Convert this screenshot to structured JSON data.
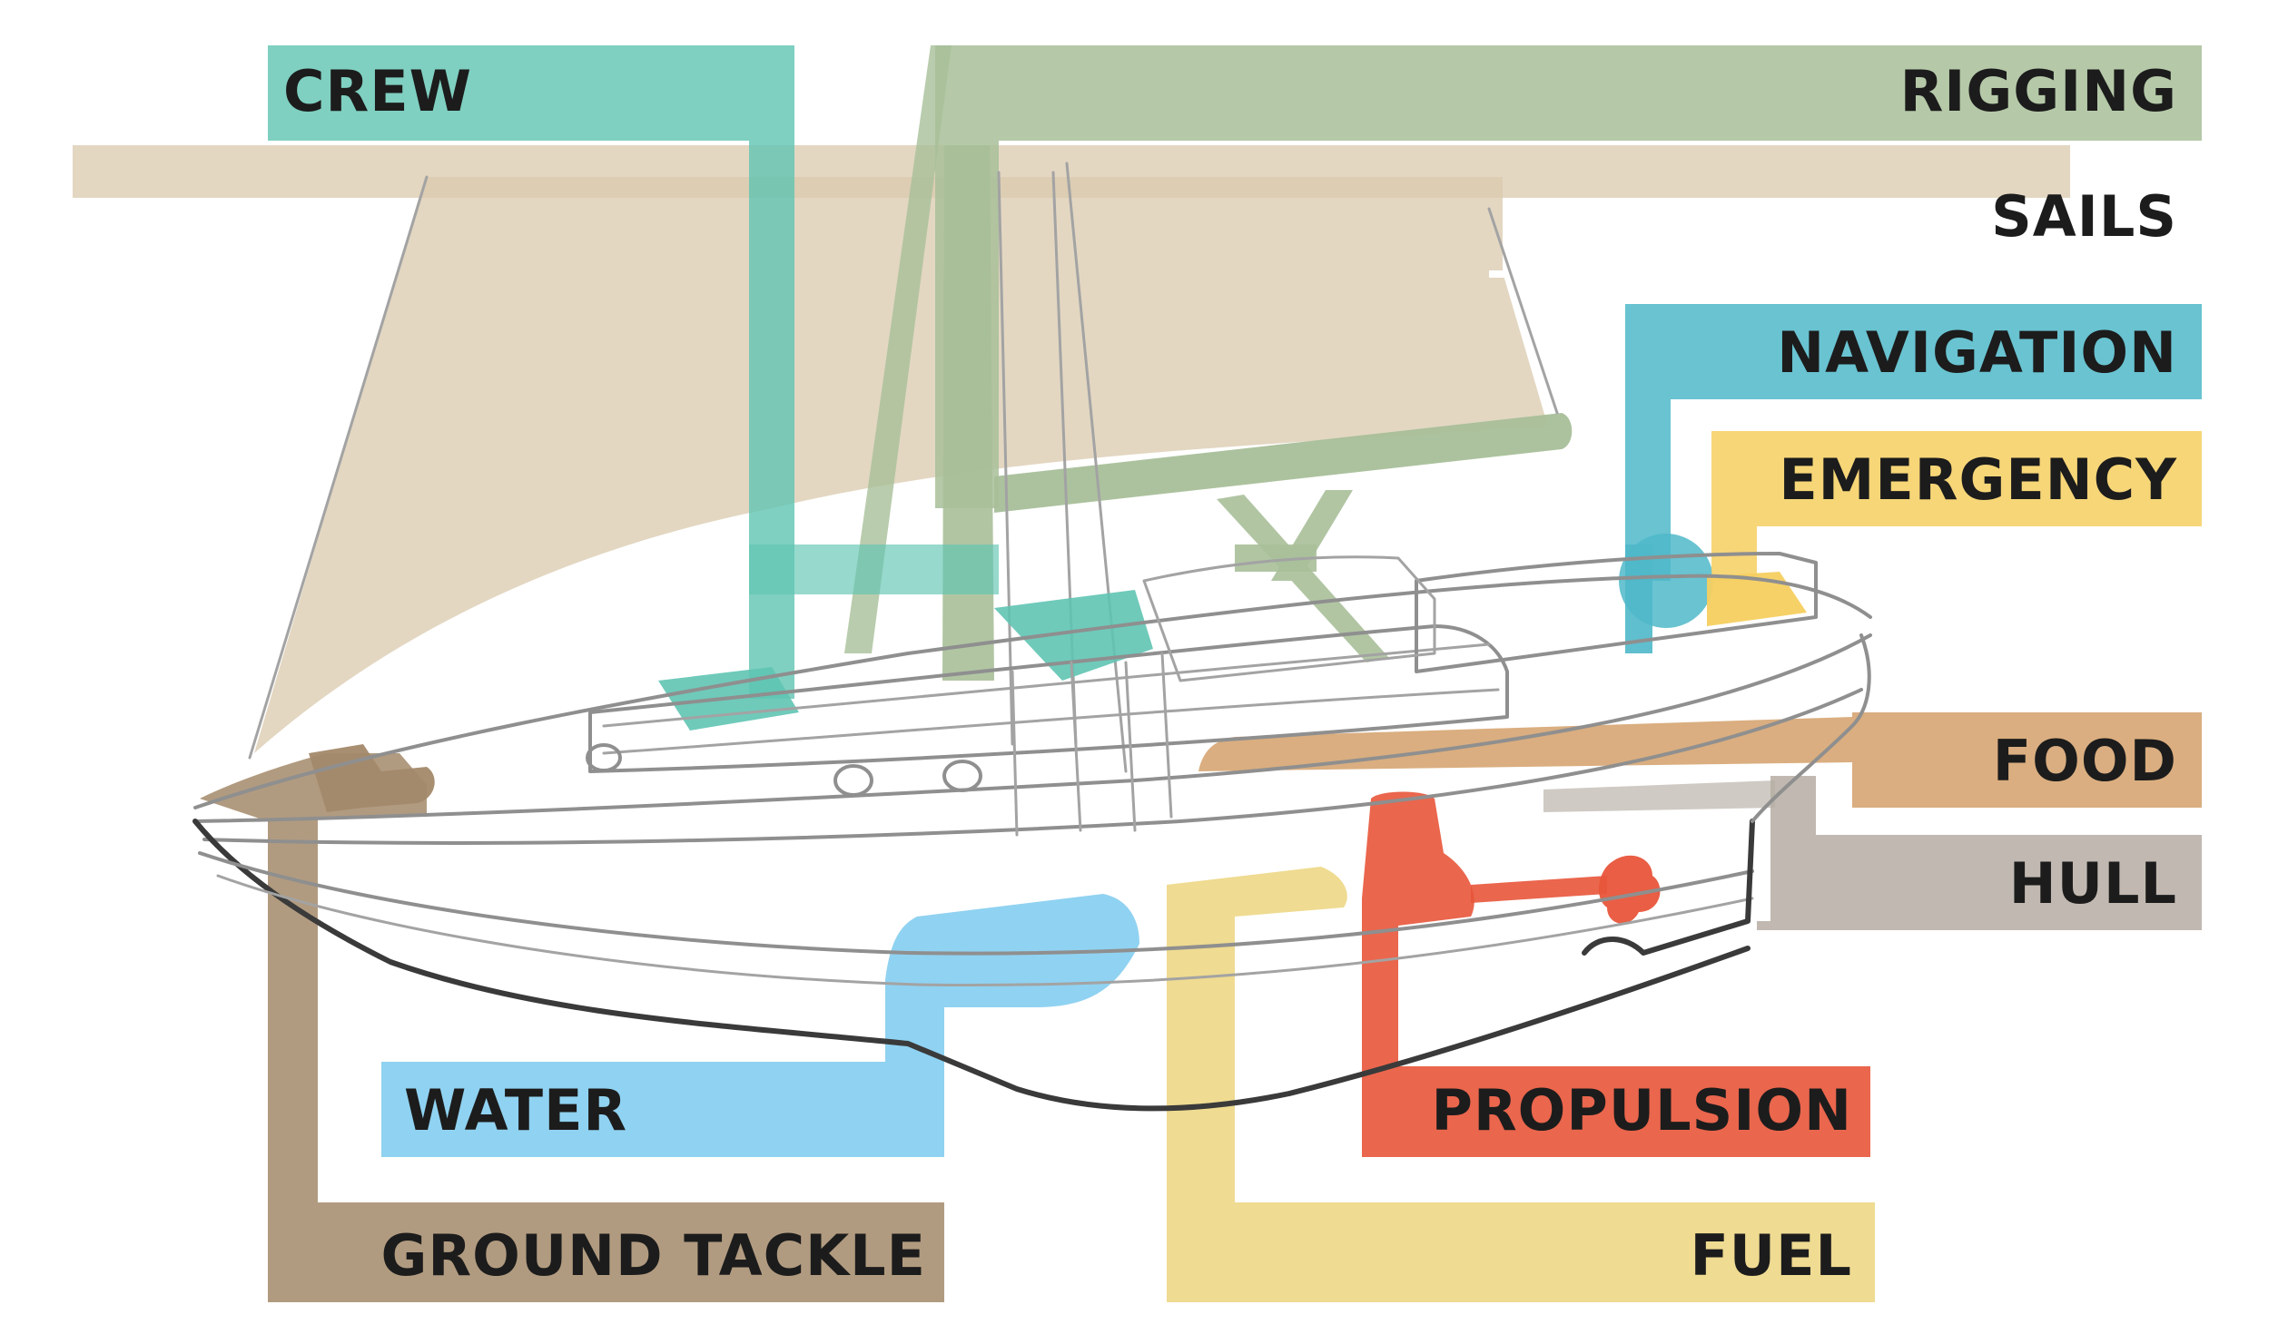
{
  "diagram": {
    "labels": {
      "crew": "CREW",
      "rigging": "RIGGING",
      "sails": "SAILS",
      "navigation": "NAVIGATION",
      "emergency": "EMERGENCY",
      "food": "FOOD",
      "hull": "HULL",
      "water": "WATER",
      "propulsion": "PROPULSION",
      "ground_tackle": "GROUND TACKLE",
      "fuel": "FUEL"
    },
    "colors": {
      "crew": "#5fc4b2",
      "rigging": "#a8bf99",
      "sails": "#d9c9ae",
      "navigation": "#4fb8c9",
      "emergency": "#f6cf60",
      "food": "#d4a06a",
      "hull": "#b6ada3",
      "water": "#7ccaee",
      "propulsion": "#e8553a",
      "ground_tackle": "#a3896a",
      "fuel": "#ecd57e"
    }
  }
}
